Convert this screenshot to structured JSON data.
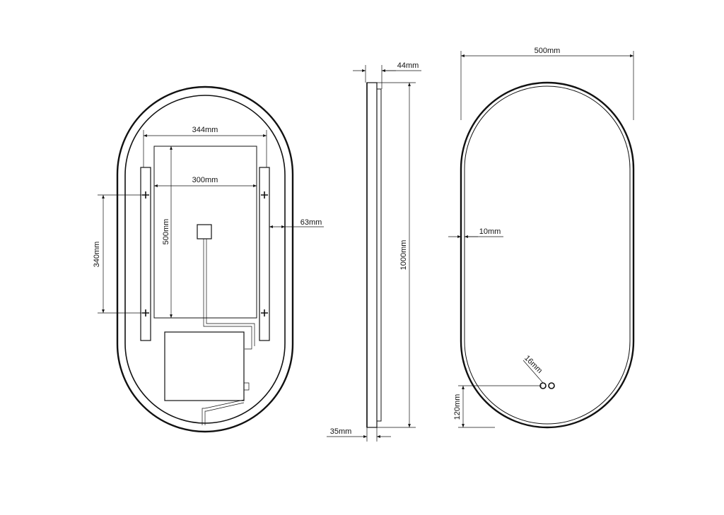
{
  "back_view": {
    "width_344": "344mm",
    "width_300": "300mm",
    "height_500": "500mm",
    "height_340": "340mm",
    "offset_63": "63mm"
  },
  "side_view": {
    "depth_44": "44mm",
    "height_1000": "1000mm",
    "depth_35": "35mm"
  },
  "front_view": {
    "width_500": "500mm",
    "border_10": "10mm",
    "button_16": "16mm",
    "button_height_120": "120mm"
  },
  "colors": {
    "line": "#111111",
    "background": "#ffffff"
  }
}
